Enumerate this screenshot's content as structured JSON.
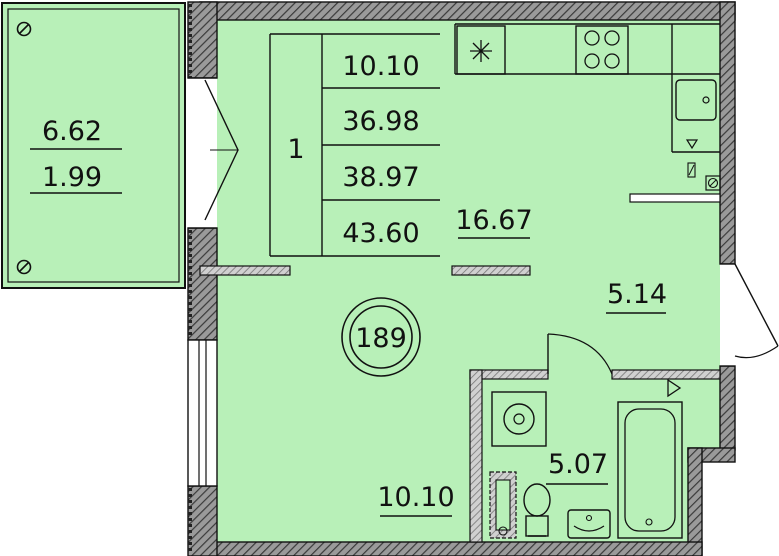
{
  "colors": {
    "floor": "#b8f0b8",
    "wall_hatch": "#6f6f6f",
    "line": "#111111",
    "background": "#ffffff"
  },
  "balcony": {
    "area_1": "6.62",
    "area_2": "1.99"
  },
  "summary_table": {
    "rooms": "1",
    "living_area": "10.10",
    "area_1": "36.98",
    "area_2": "38.97",
    "area_3": "43.60"
  },
  "kitchen": {
    "area": "16.67"
  },
  "hallway": {
    "area": "5.14"
  },
  "bathroom": {
    "area": "5.07"
  },
  "living_room": {
    "area": "10.10"
  },
  "apartment_number": "189",
  "fixtures": [
    "stove-icon",
    "sink-icon",
    "fridge-icon",
    "washing-machine-icon",
    "toilet-icon",
    "bathtub-icon",
    "washbasin-icon",
    "boiler-icon",
    "radiator-icon"
  ]
}
